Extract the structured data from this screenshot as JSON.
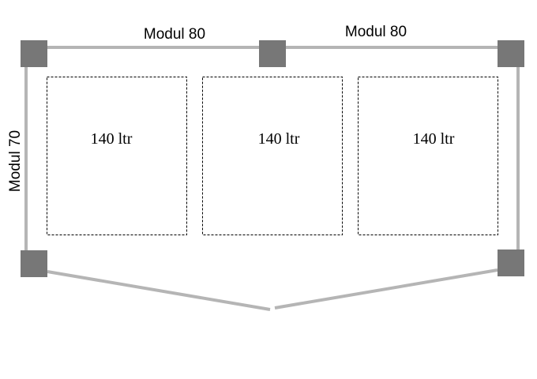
{
  "labels": {
    "top_left_module": "Modul 80",
    "top_right_module": "Modul 80",
    "side_module": "Modul 70"
  },
  "bins": [
    {
      "label": "140 ltr"
    },
    {
      "label": "140 ltr"
    },
    {
      "label": "140 ltr"
    }
  ],
  "colors": {
    "post": "#777777",
    "frame": "#b5b5b5",
    "bin_outline": "#000000"
  }
}
